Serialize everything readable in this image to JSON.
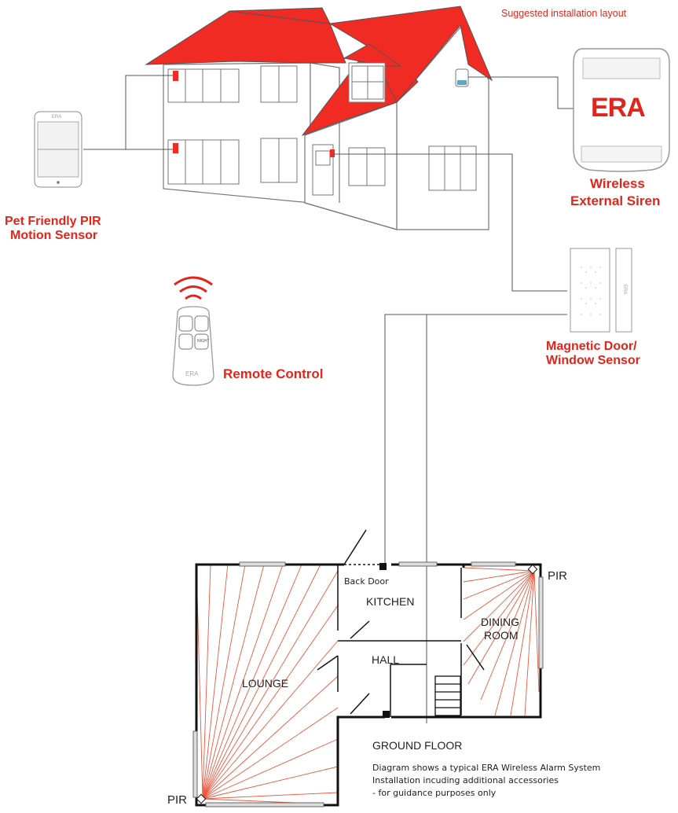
{
  "header": {
    "note": "Suggested installation layout"
  },
  "devices": {
    "pir": {
      "line1": "Pet Friendly PIR",
      "line2": "Motion Sensor",
      "brand": "ERA"
    },
    "siren": {
      "line1": "Wireless",
      "line2": "External Siren",
      "brand": "ERA"
    },
    "door_sensor": {
      "line1": "Magnetic Door/",
      "line2": "Window Sensor",
      "brand": "ERA"
    },
    "remote": {
      "label": "Remote Control",
      "brand": "ERA",
      "key_text": "NIGHT"
    }
  },
  "floorplan": {
    "title": "GROUND FLOOR",
    "rooms": {
      "lounge": "LOUNGE",
      "kitchen": "KITCHEN",
      "hall": "HALL",
      "dining_line1": "DINING",
      "dining_line2": "ROOM"
    },
    "back_door": "Back Door",
    "pir_top": "PIR",
    "pir_bottom": "PIR",
    "caption": {
      "line1": "Diagram shows a typical ERA Wireless Alarm System",
      "line2": "Installation incuding additional accessories",
      "line3": "- for guidance purposes only"
    }
  },
  "colors": {
    "accent": "#e1251b",
    "roof": "#ef2b24",
    "line": "#333333",
    "beam": "#e8583f"
  }
}
